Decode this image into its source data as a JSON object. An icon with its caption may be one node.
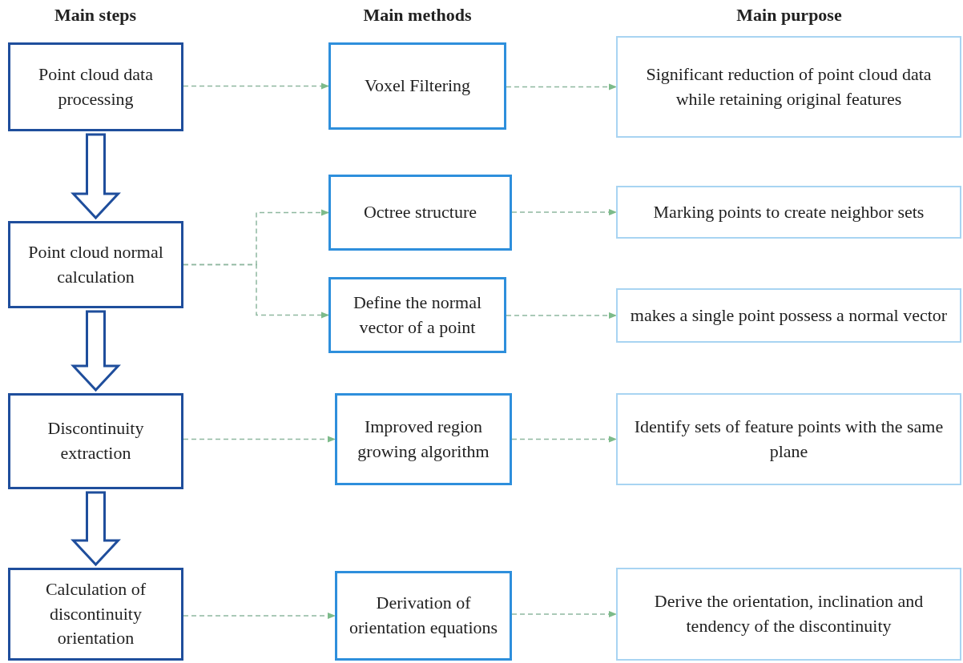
{
  "diagram": {
    "nodes": [
      {
        "text": [
          "Point cloud data processing"
        ]
      },
      {
        "text": [
          "Voxel Filtering"
        ]
      },
      {
        "text": [
          "Significant reduction of point cloud data while retaining original features"
        ]
      },
      {
        "text": [
          "Point cloud normal calculation"
        ]
      },
      {
        "text": [
          "Octree structure"
        ]
      },
      {
        "text": [
          "Marking points to create neighbor sets"
        ]
      },
      {
        "text": [
          "Define the normal vector of a point"
        ]
      },
      {
        "text": [
          "makes a single point possess a normal vector"
        ]
      },
      {
        "text": [
          "Discontinuity extraction"
        ]
      },
      {
        "text": [
          "Improved region growing algorithm"
        ]
      },
      {
        "text": [
          "Identify sets of feature points with the same plane"
        ]
      },
      {
        "text": [
          "Calculation of discontinuity orientation"
        ]
      },
      {
        "text": [
          "Derivation of orientation equations"
        ]
      },
      {
        "text": [
          "Derive the orientation, inclination and tendency of the discontinuity"
        ]
      }
    ],
    "edges": [
      {
        "from": 0,
        "to": 1,
        "arrow": "to",
        "style": "dashed"
      },
      {
        "from": 1,
        "to": 2,
        "arrow": "to",
        "style": "dashed"
      },
      {
        "from": 0,
        "to": 3,
        "arrow": "to",
        "style": "thick",
        "color": "#1f4e9c"
      },
      {
        "from": 3,
        "to": 4,
        "arrow": "to",
        "style": "dashed"
      },
      {
        "from": 3,
        "to": 6,
        "arrow": "to",
        "style": "dashed"
      },
      {
        "from": 4,
        "to": 5,
        "arrow": "to",
        "style": "dashed"
      },
      {
        "from": 6,
        "to": 7,
        "arrow": "to",
        "style": "dashed"
      },
      {
        "from": 3,
        "to": 8,
        "arrow": "to",
        "style": "thick",
        "color": "#1f4e9c"
      },
      {
        "from": 8,
        "to": 9,
        "arrow": "to",
        "style": "dashed"
      },
      {
        "from": 9,
        "to": 10,
        "arrow": "to",
        "style": "dashed"
      },
      {
        "from": 8,
        "to": 11,
        "arrow": "to",
        "style": "thick",
        "color": "#1f4e9c"
      },
      {
        "from": 11,
        "to": 12,
        "arrow": "to",
        "style": "dashed"
      },
      {
        "from": 12,
        "to": 13,
        "arrow": "to",
        "style": "dashed"
      }
    ],
    "labels": [
      "Main steps",
      "Main methods",
      "Main purpose"
    ]
  }
}
